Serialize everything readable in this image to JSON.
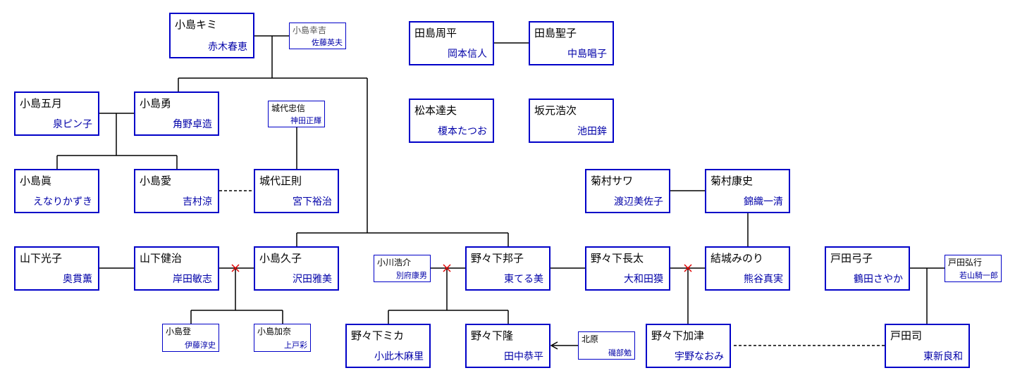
{
  "characters": {
    "kojima_kimi": {
      "role": "小島キミ",
      "actor": "赤木春恵"
    },
    "kojima_kokichi": {
      "role": "小島幸吉",
      "actor": "佐藤英夫"
    },
    "kojima_satsuki": {
      "role": "小島五月",
      "actor": "泉ピン子"
    },
    "kojima_isamu": {
      "role": "小島勇",
      "actor": "角野卓造"
    },
    "kishiro_tadanobu": {
      "role": "城代忠信",
      "actor": "神田正輝"
    },
    "kojima_tadashi": {
      "role": "小島眞",
      "actor": "えなりかずき"
    },
    "kojima_ai": {
      "role": "小島愛",
      "actor": "吉村涼"
    },
    "kishiro_masanori": {
      "role": "城代正則",
      "actor": "宮下裕治"
    },
    "yamashita_mitsuko": {
      "role": "山下光子",
      "actor": "奥貫薫"
    },
    "yamashita_kenji": {
      "role": "山下健治",
      "actor": "岸田敏志"
    },
    "kojima_hisako": {
      "role": "小島久子",
      "actor": "沢田雅美"
    },
    "kojima_noboru": {
      "role": "小島登",
      "actor": "伊藤淳史"
    },
    "kojima_kana": {
      "role": "小島加奈",
      "actor": "上戸彩"
    },
    "tajima_shuhei": {
      "role": "田島周平",
      "actor": "岡本信人"
    },
    "tajima_seiko": {
      "role": "田島聖子",
      "actor": "中島唱子"
    },
    "matsumoto_tatsuo": {
      "role": "松本達夫",
      "actor": "榎本たつお"
    },
    "sakamoto_koji": {
      "role": "坂元浩次",
      "actor": "池田鉾"
    },
    "kikumura_sawa": {
      "role": "菊村サワ",
      "actor": "渡辺美佐子"
    },
    "kikumura_yasushi": {
      "role": "菊村康史",
      "actor": "錦織一清"
    },
    "ogawa_kosuke": {
      "role": "小川浩介",
      "actor": "別府康男"
    },
    "nonoshita_kuniko": {
      "role": "野々下邦子",
      "actor": "東てる美"
    },
    "nonoshita_chota": {
      "role": "野々下長太",
      "actor": "大和田獏"
    },
    "yuki_minori": {
      "role": "結城みのり",
      "actor": "熊谷真実"
    },
    "toda_yumiko": {
      "role": "戸田弓子",
      "actor": "鶴田さやか"
    },
    "toda_hiroyuki": {
      "role": "戸田弘行",
      "actor": "若山騎一郎"
    },
    "nonoshita_mika": {
      "role": "野々下ミカ",
      "actor": "小此木麻里"
    },
    "nonoshita_takashi": {
      "role": "野々下隆",
      "actor": "田中恭平"
    },
    "kitahara": {
      "role": "北原",
      "actor": "磯部勉"
    },
    "nonoshita_kazu": {
      "role": "野々下加津",
      "actor": "宇野なおみ"
    },
    "toda_tsukasa": {
      "role": "戸田司",
      "actor": "東新良和"
    }
  },
  "colors": {
    "box_border": "#0000c8",
    "actor_text": "#0000a8",
    "line": "#000000",
    "divorce_mark": "#e00000"
  }
}
